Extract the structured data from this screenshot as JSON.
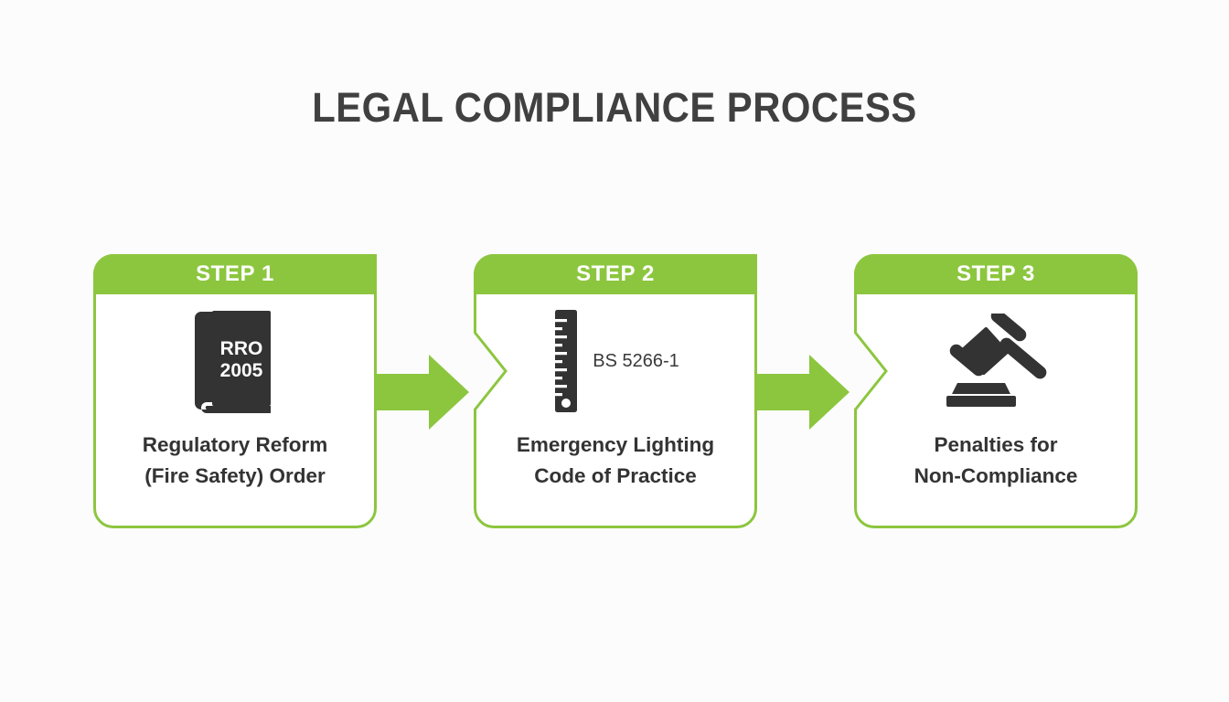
{
  "page": {
    "title": "LEGAL COMPLIANCE PROCESS",
    "accent_color": "#8cc63e",
    "text_color": "#333333",
    "background_color": "#fcfcfd",
    "icon_color": "#333333"
  },
  "steps": [
    {
      "header": "STEP 1",
      "icon_name": "book-icon",
      "icon_text_line1": "RRO",
      "icon_text_line2": "2005",
      "icon_label": "",
      "caption_line1": "Regulatory Reform",
      "caption_line2": "(Fire Safety) Order"
    },
    {
      "header": "STEP 2",
      "icon_name": "ruler-icon",
      "icon_text_line1": "",
      "icon_text_line2": "",
      "icon_label": "BS 5266-1",
      "caption_line1": "Emergency Lighting",
      "caption_line2": "Code of Practice"
    },
    {
      "header": "STEP 3",
      "icon_name": "gavel-icon",
      "icon_text_line1": "",
      "icon_text_line2": "",
      "icon_label": "",
      "caption_line1": "Penalties for",
      "caption_line2": "Non-Compliance"
    }
  ],
  "connectors": [
    {
      "name": "arrow-step1-to-step2"
    },
    {
      "name": "arrow-step2-to-step3"
    }
  ]
}
